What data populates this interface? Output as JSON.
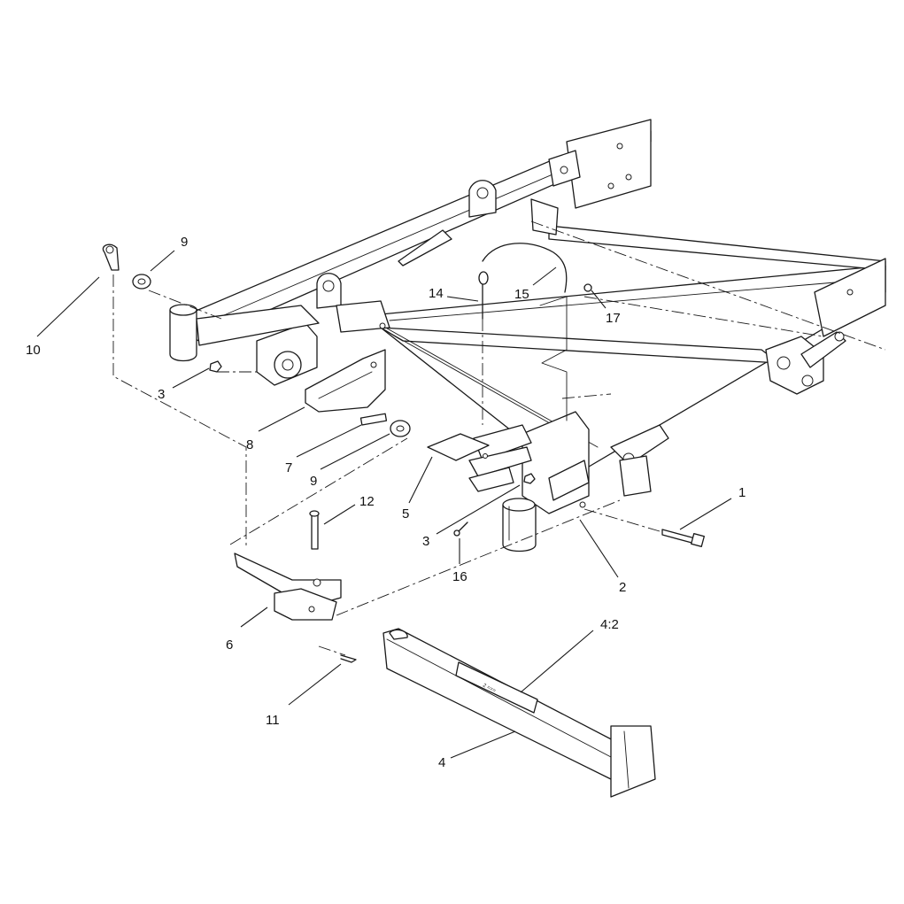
{
  "diagram": {
    "callouts": [
      {
        "id": "c1",
        "label": "1"
      },
      {
        "id": "c2",
        "label": "2"
      },
      {
        "id": "c3a",
        "label": "3"
      },
      {
        "id": "c3b",
        "label": "3"
      },
      {
        "id": "c4",
        "label": "4"
      },
      {
        "id": "c4-2",
        "label": "4:2"
      },
      {
        "id": "c5",
        "label": "5"
      },
      {
        "id": "c6",
        "label": "6"
      },
      {
        "id": "c7",
        "label": "7"
      },
      {
        "id": "c8",
        "label": "8"
      },
      {
        "id": "c9a",
        "label": "9"
      },
      {
        "id": "c9b",
        "label": "9"
      },
      {
        "id": "c10",
        "label": "10"
      },
      {
        "id": "c11",
        "label": "11"
      },
      {
        "id": "c12",
        "label": "12"
      },
      {
        "id": "c14",
        "label": "14"
      },
      {
        "id": "c15",
        "label": "15"
      },
      {
        "id": "c16",
        "label": "16"
      },
      {
        "id": "c17",
        "label": "17"
      }
    ],
    "decal_text": "2 ==="
  }
}
